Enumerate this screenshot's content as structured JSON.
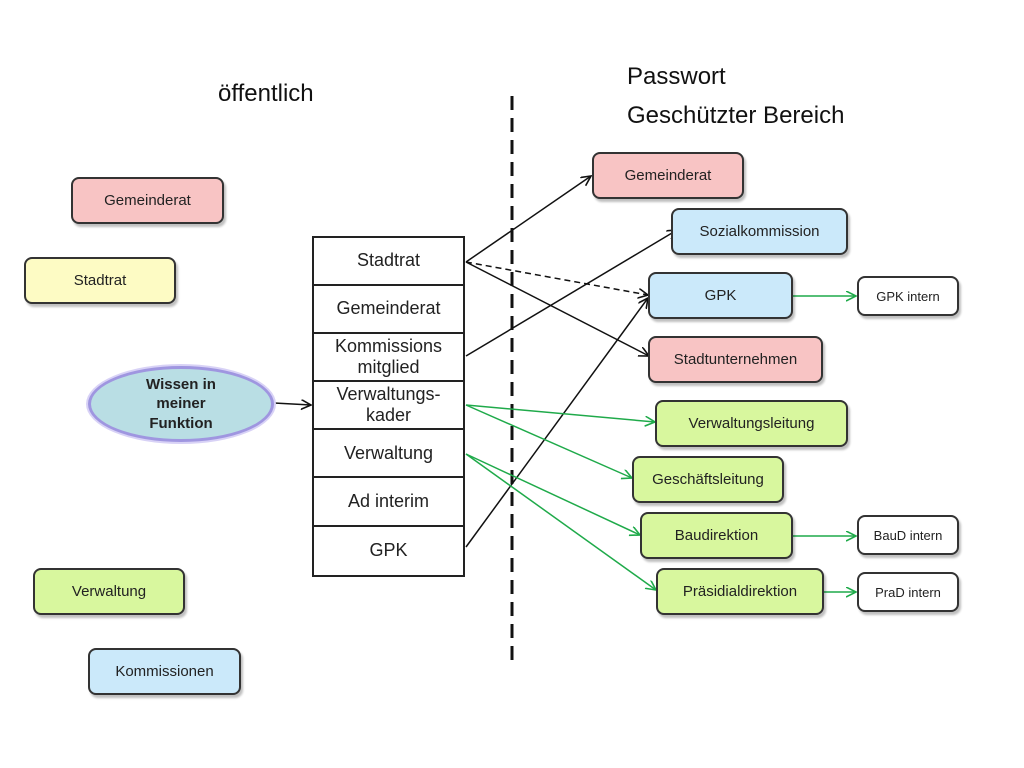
{
  "headings": {
    "public": "öffentlich",
    "password": "Passwort",
    "protected": "Geschützter Bereich"
  },
  "left_boxes": {
    "gemeinderat": "Gemeinderat",
    "stadtrat": "Stadtrat",
    "verwaltung": "Verwaltung",
    "kommissionen": "Kommissionen"
  },
  "knowledge": {
    "line1": "Wissen in",
    "line2": "meiner",
    "line3": "Funktion"
  },
  "roles": {
    "stadtrat": "Stadtrat",
    "gemeinderat": "Gemeinderat",
    "kommission_1": "Kommissions",
    "kommission_2": "mitglied",
    "verwaltungskader_1": "Verwaltungs-",
    "verwaltungskader_2": "kader",
    "verwaltung": "Verwaltung",
    "ad_interim": "Ad interim",
    "gpk": "GPK"
  },
  "protected_boxes": {
    "gemeinderat": "Gemeinderat",
    "sozialkommission": "Sozialkommission",
    "gpk": "GPK",
    "stadtunternehmen": "Stadtunternehmen",
    "verwaltungsleitung": "Verwaltungsleitung",
    "geschaeftsleitung": "Geschäftsleitung",
    "baudirektion": "Baudirektion",
    "praesidialdirektion": "Präsidialdirektion"
  },
  "internal_boxes": {
    "gpk_intern": "GPK intern",
    "baud_intern": "BauD intern",
    "prad_intern": "PraD intern"
  },
  "colors": {
    "pink": "#f8c4c4",
    "yellow": "#fdfbc4",
    "green": "#d8f79e",
    "blue": "#cbe9fa",
    "arrow_black": "#111111",
    "arrow_green": "#1faa4a"
  }
}
